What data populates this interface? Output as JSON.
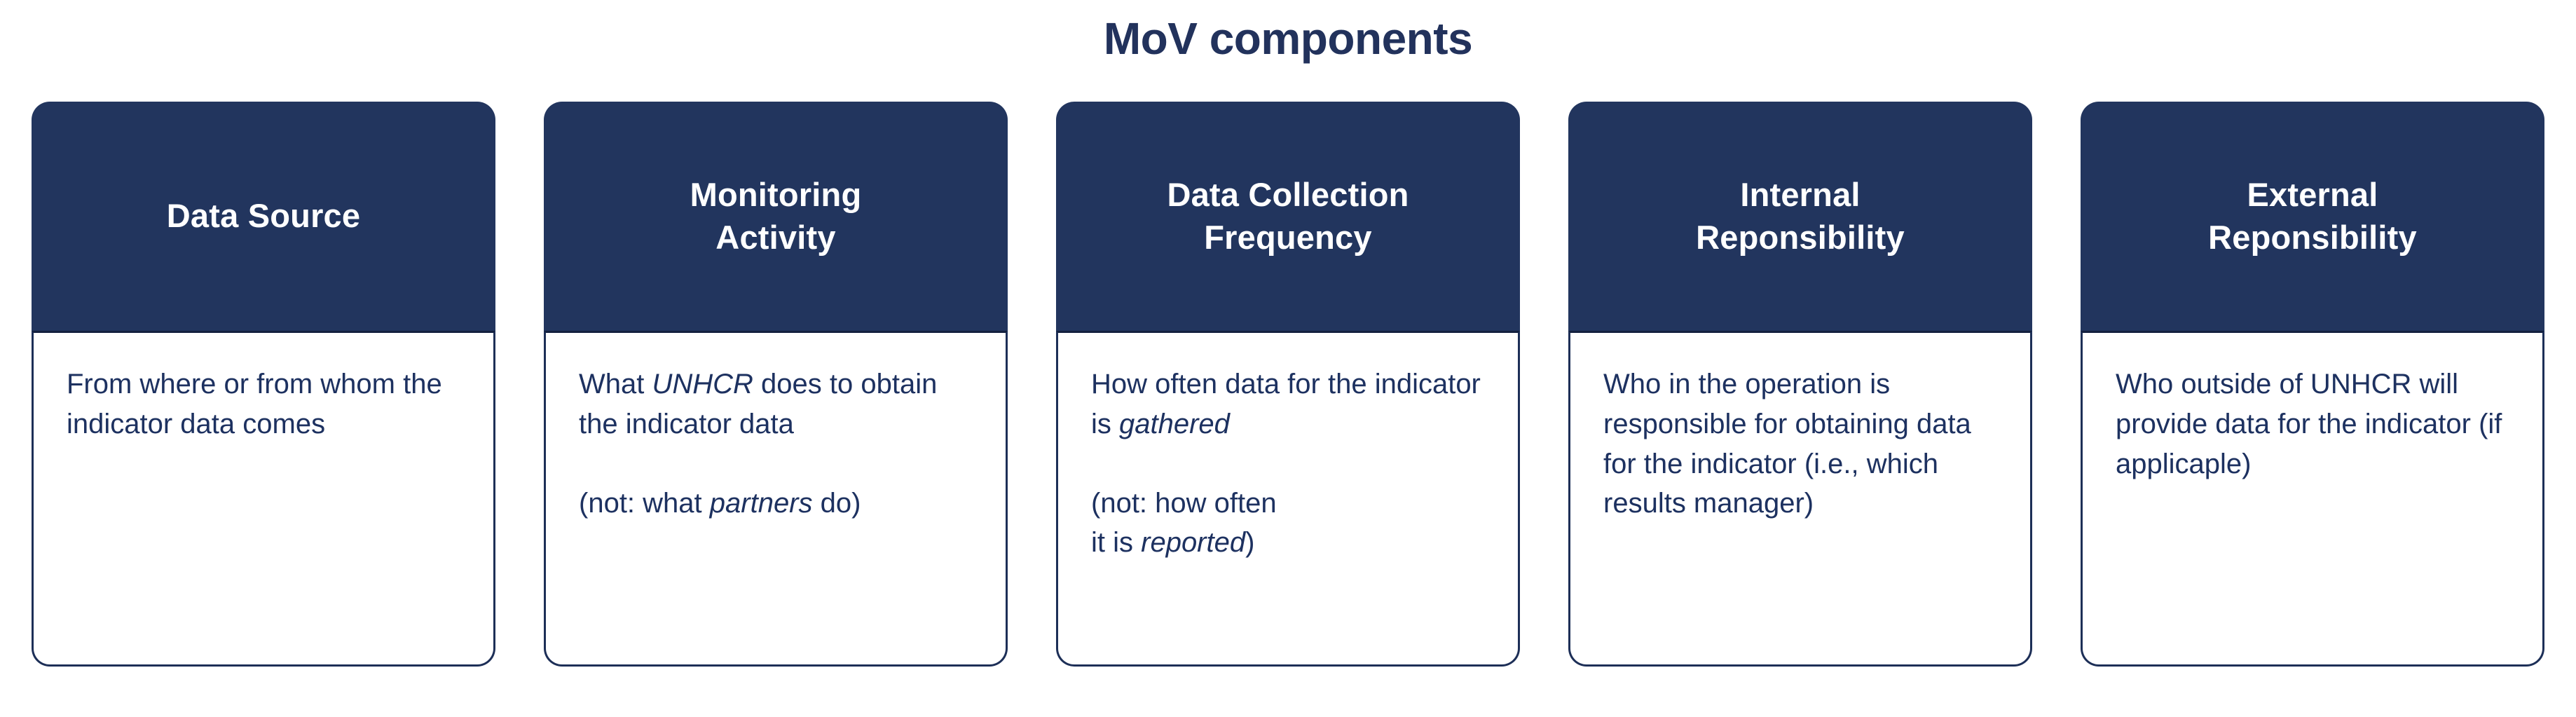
{
  "page": {
    "title": "MoV components",
    "background_color": "#ffffff",
    "accent_navy": "#22355e",
    "text_navy": "#1d3160",
    "header_text_color": "#ffffff"
  },
  "cards": [
    {
      "header": "Data Source",
      "body_html": "From where or from whom the indicator data comes",
      "note_html": ""
    },
    {
      "header": "Monitoring\nActivity",
      "body_html": "What <em>UNHCR</em> does to obtain the indicator data",
      "note_html": "(not: what <em>partners</em> do)"
    },
    {
      "header": "Data Collection\nFrequency",
      "body_html": "How often data for the indicator is <em>gathered</em>",
      "note_html": "(not: how often\nit is <em>reported</em>)"
    },
    {
      "header": "Internal\nReponsibility",
      "body_html": "Who in the operation is responsible for obtaining data for the indicator (i.e., which results manager)",
      "note_html": ""
    },
    {
      "header": "External\nReponsibility",
      "body_html": "Who outside of UNHCR will provide data for the indicator (if applicaple)",
      "note_html": ""
    }
  ]
}
